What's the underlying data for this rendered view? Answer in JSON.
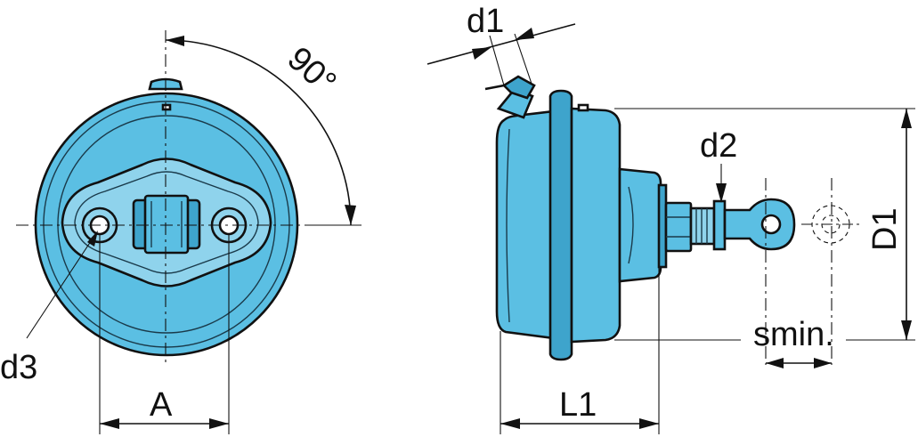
{
  "colors": {
    "body_fill": "#5bbfe3",
    "body_fill_light": "#8fd3ec",
    "body_fill_dark": "#3ea4cc",
    "line": "#111111"
  },
  "labels": {
    "d1": "d1",
    "d2": "d2",
    "d3": "d3",
    "angle": "90°",
    "A": "A",
    "L1": "L1",
    "D1": "D1",
    "smin": "smin."
  }
}
